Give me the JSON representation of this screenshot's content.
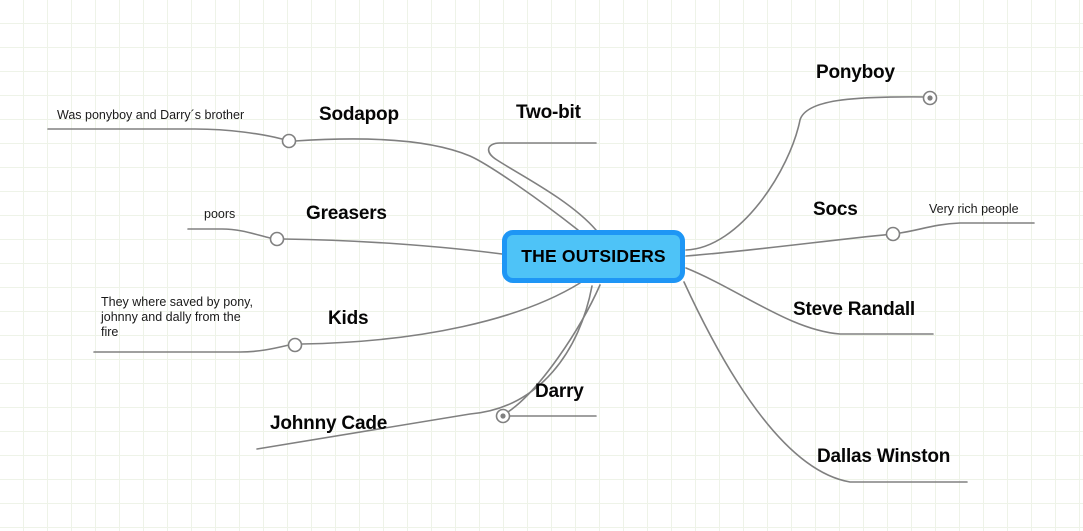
{
  "diagram": {
    "type": "mind-map",
    "root": {
      "label": "THE OUTSIDERS"
    },
    "colors": {
      "root_fill": "#4EC3F7",
      "root_border": "#1E96F5",
      "edge": "#808080",
      "grid": "#eef3e8",
      "background": "#ffffff",
      "text": "#000000"
    },
    "branches": [
      {
        "id": "ponyboy",
        "label": "Ponyboy",
        "side": "right",
        "marker": "collapsed-dot",
        "children": []
      },
      {
        "id": "socs",
        "label": "Socs",
        "side": "right",
        "marker": "circle",
        "children": [
          {
            "id": "socs-rich",
            "label": "Very rich people"
          }
        ]
      },
      {
        "id": "steve-randall",
        "label": "Steve Randall",
        "side": "right",
        "marker": "none",
        "children": []
      },
      {
        "id": "dallas-winston",
        "label": "Dallas Winston",
        "side": "right",
        "marker": "none",
        "children": []
      },
      {
        "id": "two-bit",
        "label": "Two-bit",
        "side": "top",
        "marker": "none",
        "children": []
      },
      {
        "id": "sodapop",
        "label": "Sodapop",
        "side": "left",
        "marker": "circle",
        "children": [
          {
            "id": "sodapop-brother",
            "label": "Was ponyboy and Darry´s brother"
          }
        ]
      },
      {
        "id": "greasers",
        "label": "Greasers",
        "side": "left",
        "marker": "circle",
        "children": [
          {
            "id": "greasers-poors",
            "label": "poors"
          }
        ]
      },
      {
        "id": "kids",
        "label": "Kids",
        "side": "left",
        "marker": "circle",
        "children": [
          {
            "id": "kids-saved",
            "label": "They where saved by pony,\njohnny and dally from the\nfire"
          }
        ]
      },
      {
        "id": "johnny-cade",
        "label": "Johnny Cade",
        "side": "left",
        "marker": "none",
        "children": []
      },
      {
        "id": "darry",
        "label": "Darry",
        "side": "bottom",
        "marker": "collapsed-dot",
        "children": []
      }
    ]
  }
}
